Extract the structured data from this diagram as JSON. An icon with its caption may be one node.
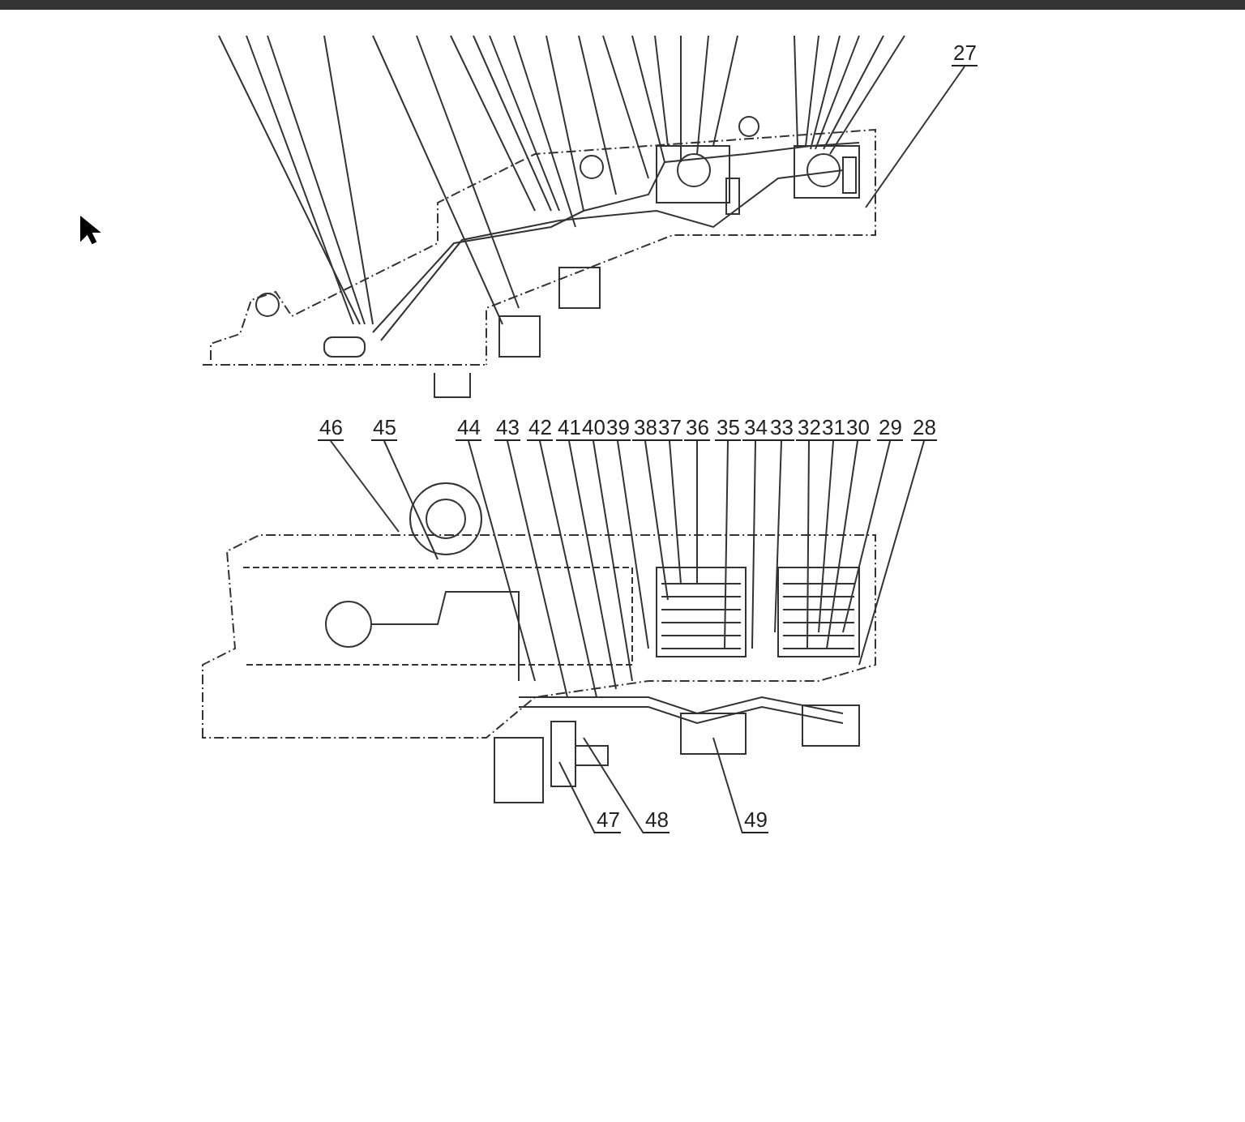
{
  "diagram": {
    "nodes": [
      {
        "text": [
          "27"
        ]
      },
      {
        "text": [
          "46"
        ]
      },
      {
        "text": [
          "45"
        ]
      },
      {
        "text": [
          "44"
        ]
      },
      {
        "text": [
          "43"
        ]
      },
      {
        "text": [
          "42"
        ]
      },
      {
        "text": [
          "41"
        ]
      },
      {
        "text": [
          "40"
        ]
      },
      {
        "text": [
          "39"
        ]
      },
      {
        "text": [
          "38"
        ]
      },
      {
        "text": [
          "37"
        ]
      },
      {
        "text": [
          "36"
        ]
      },
      {
        "text": [
          "35"
        ]
      },
      {
        "text": [
          "34"
        ]
      },
      {
        "text": [
          "33"
        ]
      },
      {
        "text": [
          "32"
        ]
      },
      {
        "text": [
          "31"
        ]
      },
      {
        "text": [
          "30"
        ]
      },
      {
        "text": [
          "29"
        ]
      },
      {
        "text": [
          "28"
        ]
      },
      {
        "text": [
          "47"
        ]
      },
      {
        "text": [
          "48"
        ]
      },
      {
        "text": [
          "49"
        ]
      }
    ],
    "edges": [
      {
        "from": 0,
        "to": null,
        "arrow": "none"
      },
      {
        "from": 1,
        "to": null,
        "arrow": "none"
      },
      {
        "from": 2,
        "to": null,
        "arrow": "none"
      },
      {
        "from": 3,
        "to": null,
        "arrow": "none"
      },
      {
        "from": 4,
        "to": null,
        "arrow": "none"
      },
      {
        "from": 5,
        "to": null,
        "arrow": "none"
      },
      {
        "from": 6,
        "to": null,
        "arrow": "none"
      },
      {
        "from": 7,
        "to": null,
        "arrow": "none"
      },
      {
        "from": 8,
        "to": null,
        "arrow": "none"
      },
      {
        "from": 9,
        "to": null,
        "arrow": "none"
      },
      {
        "from": 10,
        "to": null,
        "arrow": "none"
      },
      {
        "from": 11,
        "to": null,
        "arrow": "none"
      },
      {
        "from": 12,
        "to": null,
        "arrow": "none"
      },
      {
        "from": 13,
        "to": null,
        "arrow": "none"
      },
      {
        "from": 14,
        "to": null,
        "arrow": "none"
      },
      {
        "from": 15,
        "to": null,
        "arrow": "none"
      },
      {
        "from": 16,
        "to": null,
        "arrow": "none"
      },
      {
        "from": 17,
        "to": null,
        "arrow": "none"
      },
      {
        "from": 18,
        "to": null,
        "arrow": "none"
      },
      {
        "from": 19,
        "to": null,
        "arrow": "none"
      },
      {
        "from": 20,
        "to": null,
        "arrow": "none"
      },
      {
        "from": 21,
        "to": null,
        "arrow": "none"
      },
      {
        "from": 22,
        "to": null,
        "arrow": "none"
      }
    ]
  }
}
